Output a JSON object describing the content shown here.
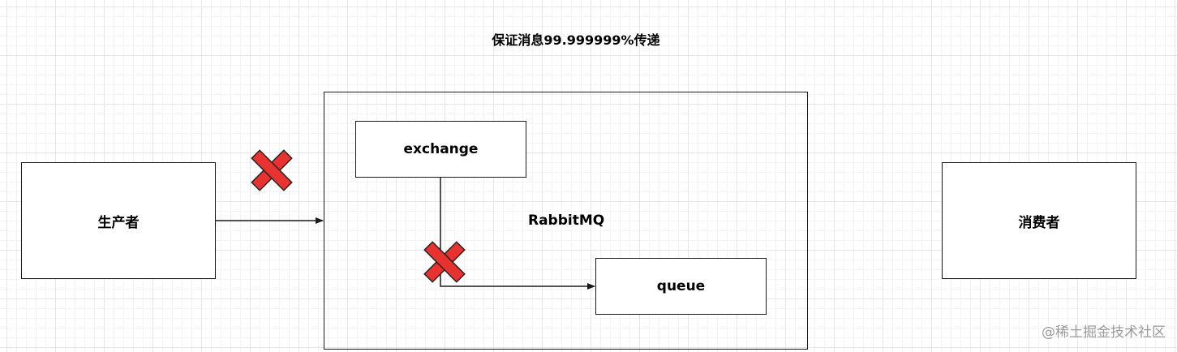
{
  "title": "保证消息99.999999%传递",
  "producer": {
    "label": "生产者"
  },
  "consumer": {
    "label": "消费者"
  },
  "broker": {
    "label": "RabbitMQ",
    "exchange_label": "exchange",
    "queue_label": "queue"
  },
  "failure_markers": [
    "red-x",
    "red-x"
  ],
  "colors": {
    "failure": "#e8322f",
    "line": "#1a1a1a",
    "grid": "#e6e6e6"
  },
  "watermark": "@稀土掘金技术社区"
}
